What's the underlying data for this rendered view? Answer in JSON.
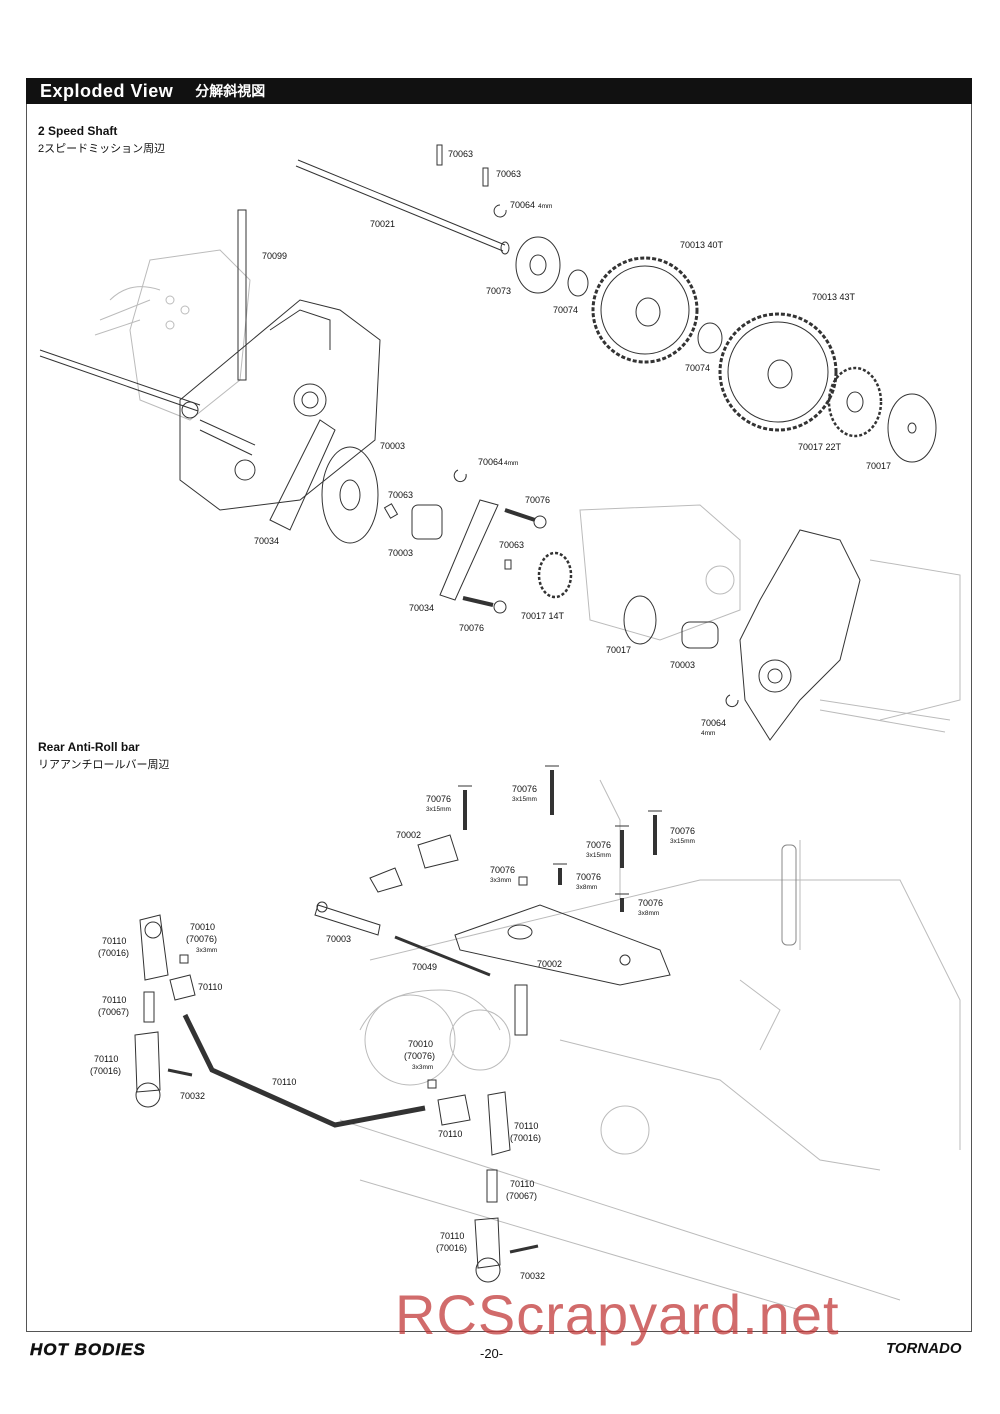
{
  "header": {
    "title": "Exploded View",
    "subtitle": "分解斜視図"
  },
  "sections": {
    "speed_shaft": {
      "title": "2 Speed Shaft",
      "subtitle": "2スピードミッション周辺"
    },
    "antiroll": {
      "title": "Rear Anti-Roll bar",
      "subtitle": "リアアンチロールバー周辺"
    }
  },
  "parts_top": {
    "p70063a": "70063",
    "p70063b": "70063",
    "p70064a": "70064",
    "p70064a_size": "4mm",
    "p70021": "70021",
    "p70099": "70099",
    "p70073": "70073",
    "p70074a": "70074",
    "p70013a": "70013 40T",
    "p70013b": "70013 43T",
    "p70074b": "70074",
    "p70017a": "70017 22T",
    "p70017b": "70017",
    "p70003a": "70003",
    "p70064b": "70064",
    "p70064b_size": "4mm",
    "p70063c": "70063",
    "p70076a": "70076",
    "p70034a": "70034",
    "p70003b": "70003",
    "p70063d": "70063",
    "p70034b": "70034",
    "p70076b": "70076",
    "p70017c": "70017 14T",
    "p70017d": "70017",
    "p70003c": "70003",
    "p70064c": "70064",
    "p70064c_size": "4mm"
  },
  "parts_bottom": {
    "s1": "70076",
    "s1_size": "3x15mm",
    "s2": "70076",
    "s2_size": "3x15mm",
    "p70002a": "70002",
    "s3": "70076",
    "s3_size": "3x15mm",
    "s4": "70076",
    "s4_size": "3x15mm",
    "s5": "70076",
    "s5_size": "3x3mm",
    "s6": "70076",
    "s6_size": "3x8mm",
    "s7": "70076",
    "s7_size": "3x8mm",
    "p70010a": "70010",
    "p70010a_sub": "(70076)",
    "p70010a_size": "3x3mm",
    "p70110a": "70110",
    "p70110a_sub": "(70016)",
    "p70003": "70003",
    "p70049": "70049",
    "p70002b": "70002",
    "p70110b": "70110",
    "p70110c": "70110",
    "p70110c_sub": "(70067)",
    "p70110d": "70110",
    "p70110d_sub": "(70016)",
    "p70032a": "70032",
    "p70110e": "70110",
    "p70010b": "70010",
    "p70010b_sub": "(70076)",
    "p70010b_size": "3x3mm",
    "p70110f": "70110",
    "p70110g": "70110",
    "p70110g_sub": "(70016)",
    "p70110h": "70110",
    "p70110h_sub": "(70067)",
    "p70110i": "70110",
    "p70110i_sub": "(70016)",
    "p70032b": "70032"
  },
  "footer": {
    "brand_left": "HOT BODIES",
    "page": "-20-",
    "brand_right": "TORNADO"
  },
  "watermark": "RCScrapyard.net"
}
